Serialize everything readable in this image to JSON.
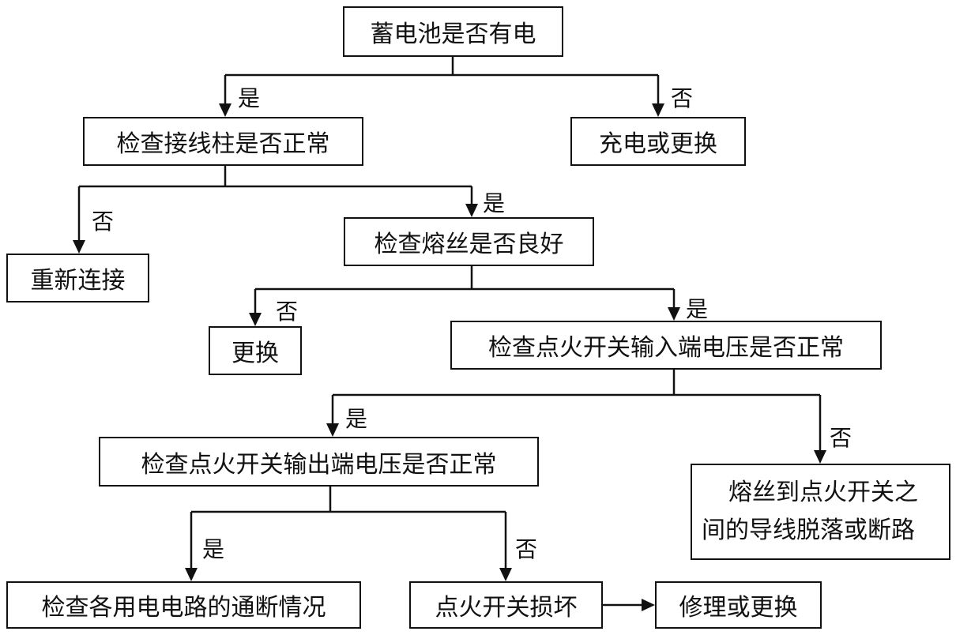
{
  "nodes": {
    "battery": "蓄电池是否有电",
    "terminal": "检查接线柱是否正常",
    "charge": "充电或更换",
    "reconnect": "重新连接",
    "fuse": "检查熔丝是否良好",
    "replace": "更换",
    "switch_in": "检查点火开关输入端电压是否正常",
    "switch_out": "检查点火开关输出端电压是否正常",
    "wire_line1": "熔丝到点火开关之",
    "wire_line2": "间的导线脱落或断路",
    "circuits": "检查各用电电路的通断情况",
    "switch_bad": "点火开关损坏",
    "repair": "修理或更换"
  },
  "labels": {
    "yes": "是",
    "no": "否"
  }
}
